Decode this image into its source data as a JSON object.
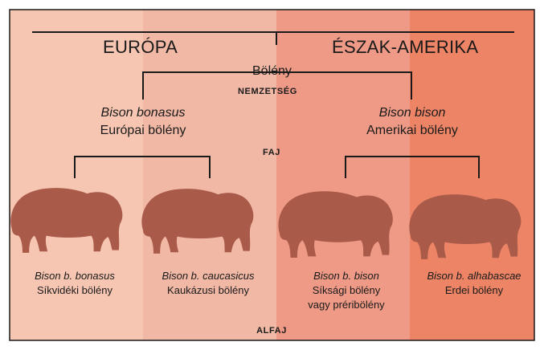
{
  "colors": {
    "band_1": "#f6c6b2",
    "band_2": "#f1b8a5",
    "band_3": "#ee9a86",
    "band_4": "#ec8465",
    "bison": "#a95a49",
    "line": "#1a1a1a"
  },
  "regions": {
    "left": "EURÓPA",
    "right": "ÉSZAK-AMERIKA"
  },
  "genus": {
    "name": "Bölény",
    "rank": "NEMZETSÉG"
  },
  "species_rank": "FAJ",
  "subspecies_rank": "ALFAJ",
  "species": [
    {
      "latin": "Bison bonasus",
      "common": "Európai bölény"
    },
    {
      "latin": "Bison bison",
      "common": "Amerikai bölény"
    }
  ],
  "subspecies": [
    {
      "latin": "Bison b. bonasus",
      "common": [
        "Síkvidéki bölény"
      ],
      "icon": "bison-icon"
    },
    {
      "latin": "Bison b. caucasicus",
      "common": [
        "Kaukázusi bölény"
      ],
      "icon": "bison-icon"
    },
    {
      "latin": "Bison b. bison",
      "common": [
        "Síksági bölény",
        "vagy préribölény"
      ],
      "icon": "bison-icon"
    },
    {
      "latin": "Bison b. alhabascae",
      "common": [
        "Erdei bölény"
      ],
      "icon": "bison-icon"
    }
  ]
}
